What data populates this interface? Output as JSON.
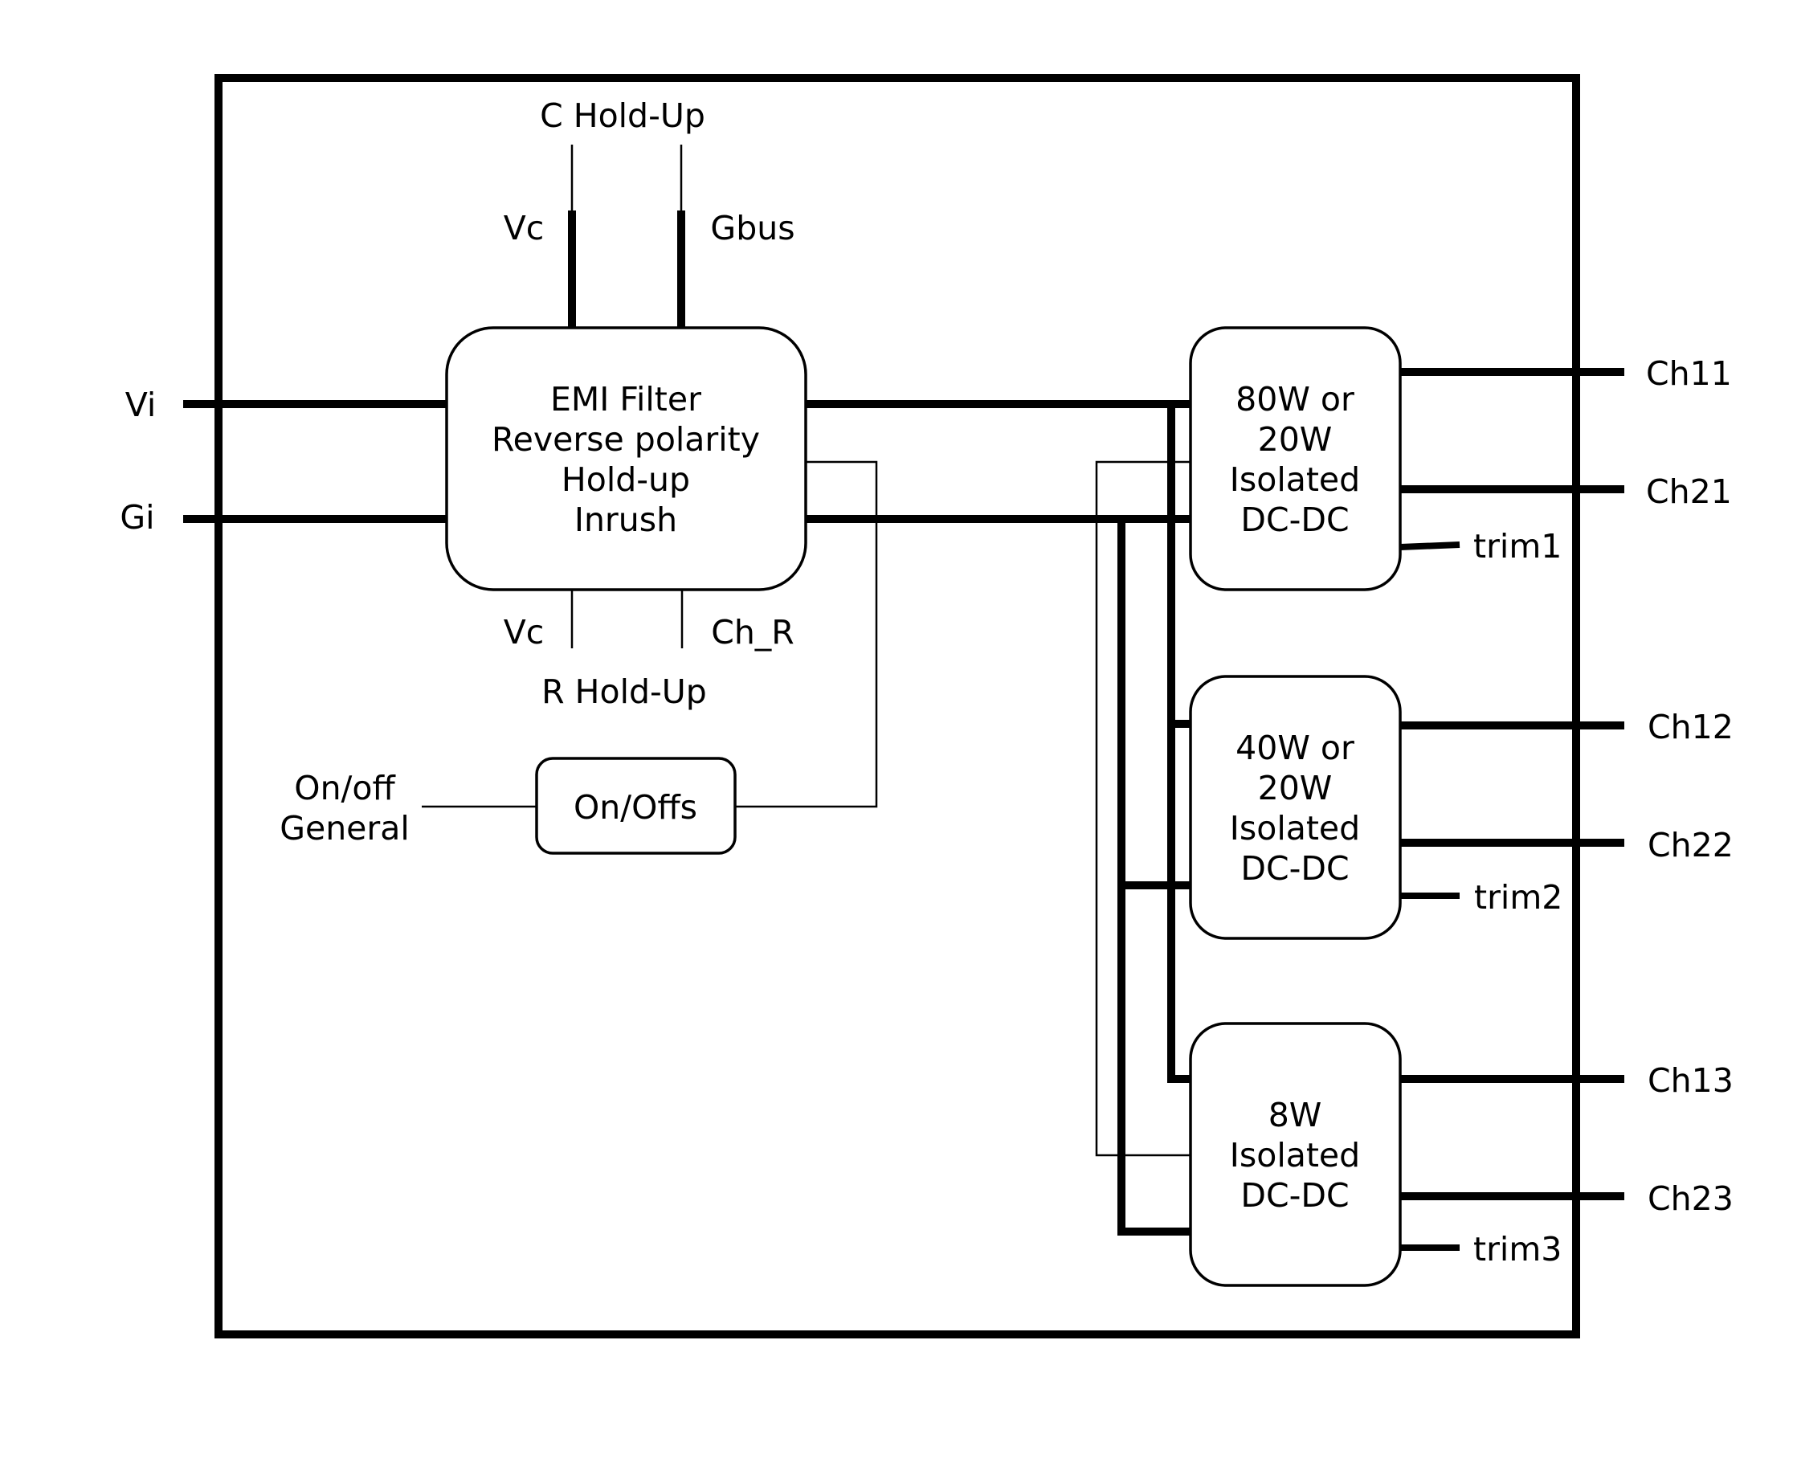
{
  "colors": {
    "line": "#000000",
    "background": "#ffffff"
  },
  "emi": {
    "lines": [
      "EMI Filter",
      "Reverse polarity",
      "Hold-up",
      "Inrush"
    ]
  },
  "inputs": {
    "vi": "Vi",
    "gi": "Gi"
  },
  "hold_up_top": {
    "title": "C Hold-Up",
    "left": "Vc",
    "right": "Gbus"
  },
  "hold_up_bottom": {
    "title": "R Hold-Up",
    "left": "Vc",
    "right": "Ch_R"
  },
  "onoff": {
    "box": "On/Offs",
    "label": [
      "On/off",
      "General"
    ]
  },
  "converters": [
    {
      "lines": [
        "80W or",
        "20W",
        "Isolated",
        "DC-DC"
      ],
      "out1": "Ch11",
      "out2": "Ch21",
      "trim": "trim1"
    },
    {
      "lines": [
        "40W or",
        "20W",
        "Isolated",
        "DC-DC"
      ],
      "out1": "Ch12",
      "out2": "Ch22",
      "trim": "trim2"
    },
    {
      "lines": [
        "8W",
        "Isolated",
        "DC-DC"
      ],
      "out1": "Ch13",
      "out2": "Ch23",
      "trim": "trim3"
    }
  ]
}
